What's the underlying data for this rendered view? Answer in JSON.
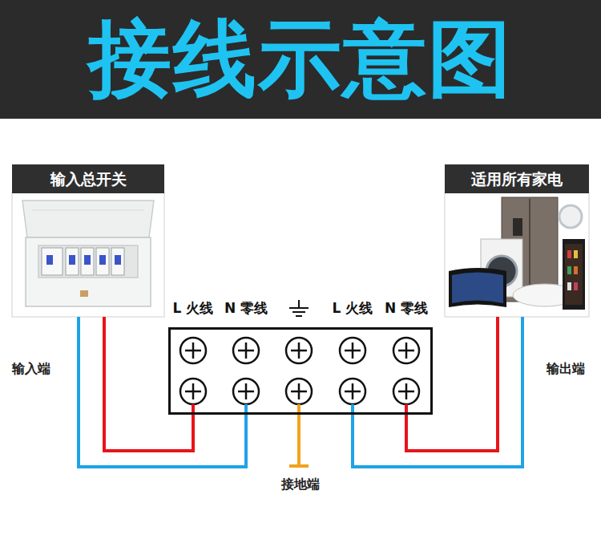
{
  "diagram": {
    "title": "接线示意图",
    "nodes": [
      {
        "text": [
          "输入总开关"
        ]
      },
      {
        "text": [
          "L 火线",
          "N 零线",
          "L 火线",
          "N 零线"
        ]
      },
      {
        "text": [
          "适用所有家电"
        ]
      }
    ],
    "edges": [
      {
        "from": 0,
        "to": 1,
        "arrow": "none"
      },
      {
        "from": 0,
        "to": 1,
        "arrow": "none"
      },
      {
        "from": 1,
        "to": 2,
        "arrow": "none"
      },
      {
        "from": 1,
        "to": 2,
        "arrow": "none"
      }
    ],
    "labels": [
      "输入端",
      "输出端",
      "接地端"
    ]
  }
}
